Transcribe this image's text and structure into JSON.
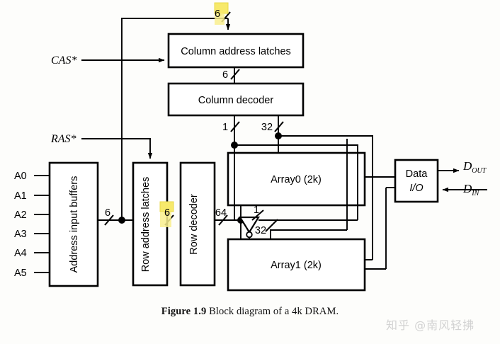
{
  "figure": {
    "number": "Figure 1.9",
    "caption": "Block diagram of a 4k DRAM.",
    "watermark": "知乎 @南风轻拂"
  },
  "blocks": {
    "address_input_buffers": "Address input buffers",
    "row_address_latches": "Row address latches",
    "row_decoder": "Row decoder",
    "column_address_latches": "Column address latches",
    "column_decoder": "Column decoder",
    "array0": "Array0 (2k)",
    "array1": "Array1 (2k)",
    "data_io_line1": "Data",
    "data_io_line2": "I/O"
  },
  "inputs": {
    "address_pins": [
      "A0",
      "A1",
      "A2",
      "A3",
      "A4",
      "A5"
    ],
    "cas": "CAS*",
    "ras": "RAS*"
  },
  "io_pins": {
    "dout_base": "D",
    "dout_sub": "OUT",
    "din_base": "D",
    "din_sub": "IN"
  },
  "bus_widths": {
    "column_address_in": "6",
    "column_latch_to_decoder": "6",
    "decoder_to_array_select": "1",
    "decoder_to_arrays": "32",
    "address_bus": "6",
    "row_latch_to_decoder": "6",
    "row_decoder_out": "64",
    "array_select_inverted": "1",
    "array1_data": "32"
  },
  "colors": {
    "line": "#000000",
    "highlight": "#f7e96b",
    "highlight_text": "#8a7a00",
    "page_bg": "#fdfdfb",
    "watermark": "#d2d2d2"
  },
  "annotations": {
    "highlight_marker_top": "6",
    "highlight_marker_row": "6"
  }
}
